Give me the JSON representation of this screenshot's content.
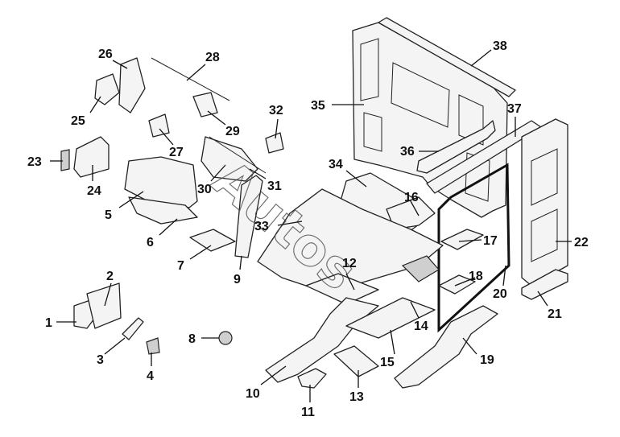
{
  "callouts": [
    {
      "id": "1",
      "label": "1"
    },
    {
      "id": "2",
      "label": "2"
    },
    {
      "id": "3",
      "label": "3"
    },
    {
      "id": "4",
      "label": "4"
    },
    {
      "id": "5",
      "label": "5"
    },
    {
      "id": "6",
      "label": "6"
    },
    {
      "id": "7",
      "label": "7"
    },
    {
      "id": "8",
      "label": "8"
    },
    {
      "id": "9",
      "label": "9"
    },
    {
      "id": "10",
      "label": "10"
    },
    {
      "id": "11",
      "label": "11"
    },
    {
      "id": "12",
      "label": "12"
    },
    {
      "id": "13",
      "label": "13"
    },
    {
      "id": "14",
      "label": "14"
    },
    {
      "id": "15",
      "label": "15"
    },
    {
      "id": "16",
      "label": "16"
    },
    {
      "id": "17",
      "label": "17"
    },
    {
      "id": "18",
      "label": "18"
    },
    {
      "id": "19",
      "label": "19"
    },
    {
      "id": "20",
      "label": "20"
    },
    {
      "id": "21",
      "label": "21"
    },
    {
      "id": "22",
      "label": "22"
    },
    {
      "id": "23",
      "label": "23"
    },
    {
      "id": "24",
      "label": "24"
    },
    {
      "id": "25",
      "label": "25"
    },
    {
      "id": "26",
      "label": "26"
    },
    {
      "id": "27",
      "label": "27"
    },
    {
      "id": "28",
      "label": "28"
    },
    {
      "id": "29",
      "label": "29"
    },
    {
      "id": "30",
      "label": "30"
    },
    {
      "id": "31",
      "label": "31"
    },
    {
      "id": "32",
      "label": "32"
    },
    {
      "id": "33",
      "label": "33"
    },
    {
      "id": "34",
      "label": "34"
    },
    {
      "id": "35",
      "label": "35"
    },
    {
      "id": "36",
      "label": "36"
    },
    {
      "id": "37",
      "label": "37"
    },
    {
      "id": "38",
      "label": "38"
    }
  ],
  "watermark": {
    "text": "Autos"
  }
}
